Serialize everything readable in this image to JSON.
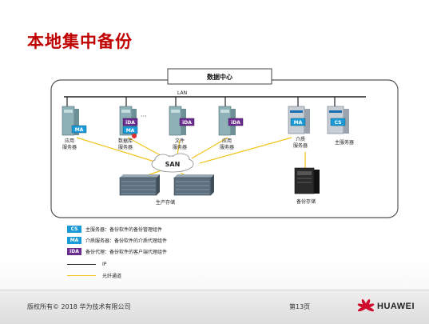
{
  "title": "本地集中备份",
  "datacenter_label": "数据中心",
  "lan_label": "LAN",
  "san_label": "SAN",
  "ellipsis": "···",
  "badges": {
    "ma": "MA",
    "ida": "iDA",
    "cs": "CS"
  },
  "nodes": {
    "app1": [
      "应用",
      "服务器"
    ],
    "db": [
      "数据库",
      "服务器"
    ],
    "file": [
      "文件",
      "服务器"
    ],
    "app2": [
      "应用",
      "服务器"
    ],
    "media": [
      "介质",
      "服务器"
    ],
    "master": [
      "主服务器"
    ],
    "storage": [
      "生产存储"
    ],
    "backup": [
      "备份存储"
    ]
  },
  "legend": {
    "cs": "主服务器：备份软件的备份管理组件",
    "ma": "介质服务器：备份软件的介质代理组件",
    "ida": "备份代理：备份软件的客户端代理组件",
    "ip": "IP",
    "fiber": "光纤通道"
  },
  "colors": {
    "title": "#c00000",
    "ma": "#1a9ad6",
    "cs": "#1a9ad6",
    "ida": "#6a2d8f",
    "fiber": "#f0c419",
    "ip": "#222222"
  },
  "footer": {
    "copyright": "版权所有© 2018 华为技术有限公司",
    "page": "第13页",
    "brand": "HUAWEI"
  }
}
